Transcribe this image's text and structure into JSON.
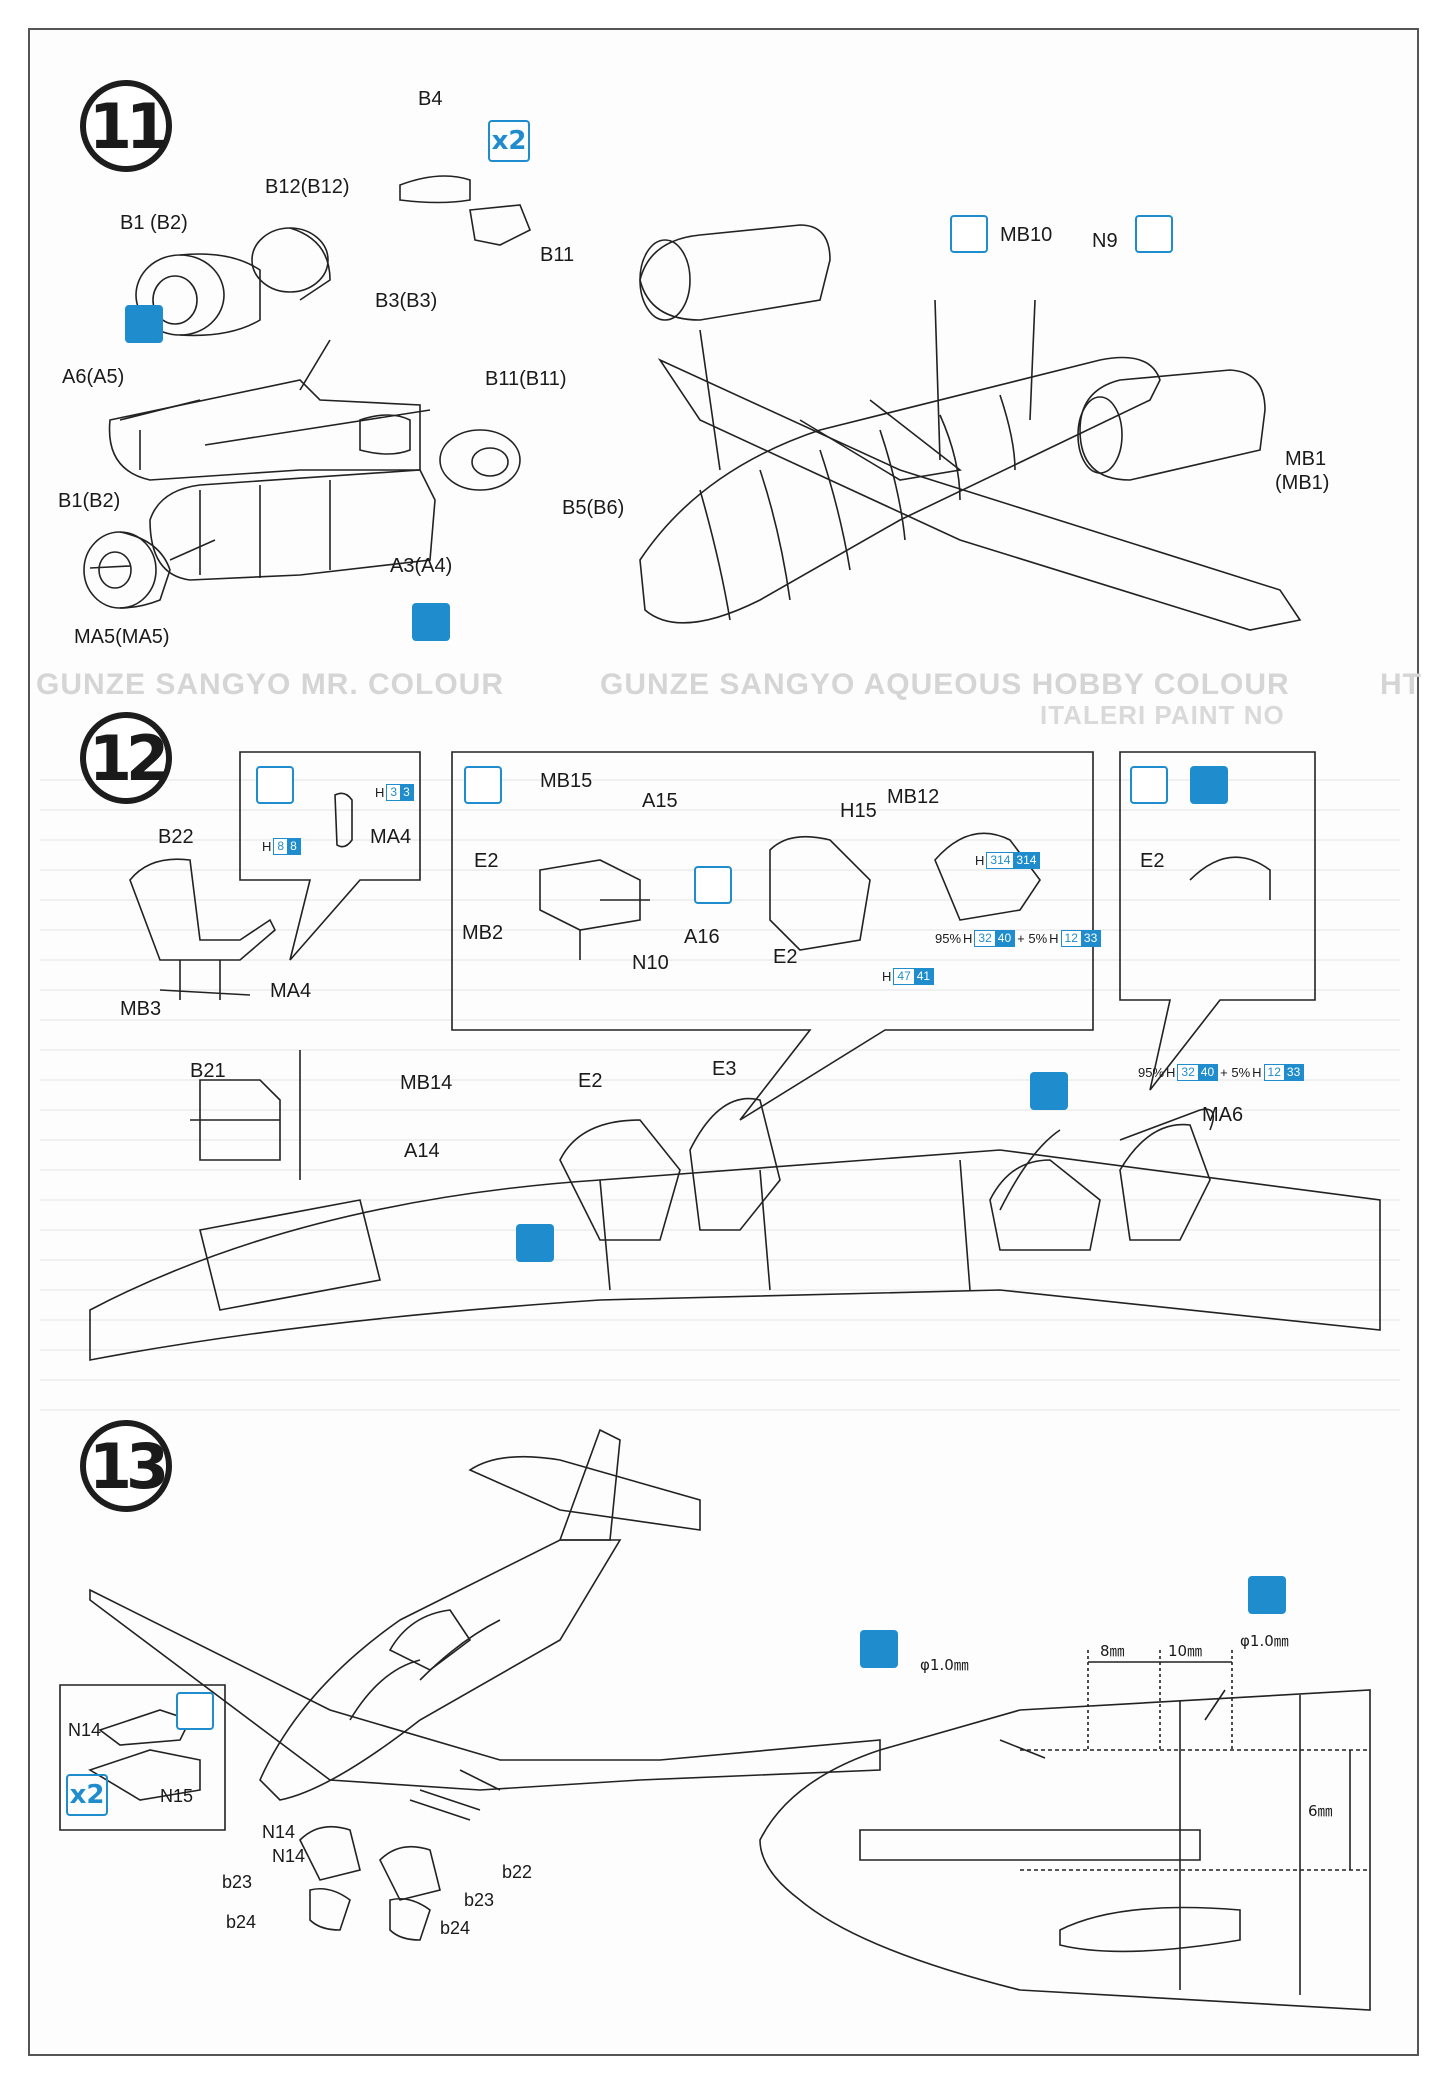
{
  "background_text": {
    "heading_right": "GUNZE SANGYO MR. COLOUR",
    "heading_mid": "GUNZE SANGYO AQUEOUS HOBBY COLOUR",
    "heading_sub": "ITALERI PAINT NO",
    "heading_left": "HT"
  },
  "steps": [
    {
      "number": "11"
    },
    {
      "number": "12"
    },
    {
      "number": "13"
    }
  ],
  "step11": {
    "labels": [
      "B4",
      "B12(B12)",
      "B1 (B2)",
      "B3(B3)",
      "A6(A5)",
      "B11(B11)",
      "B1(B2)",
      "B5(B6)",
      "A3(A4)",
      "MA5(MA5)",
      "B11",
      "MB10",
      "N9",
      "MB1",
      "(MB1)"
    ],
    "multiplier": "x2"
  },
  "step12": {
    "labels": [
      "B22",
      "MA4",
      "MA4",
      "MB3",
      "B21",
      "MB15",
      "A15",
      "E2",
      "MB2",
      "N10",
      "A16",
      "H15",
      "MB12",
      "E2",
      "E2",
      "MB14",
      "A14",
      "E2",
      "E3",
      "MA6"
    ],
    "paint_helmet": {
      "h1": "H",
      "c1": "3",
      "c2": "3",
      "h2": "H",
      "d1": "8",
      "d2": "8"
    },
    "paint_canopy_frame": {
      "h": "H",
      "a": "314",
      "b": "314"
    },
    "paint_mix": {
      "pct1": "95%",
      "code1a": "32",
      "code1b": "40",
      "plus": "+ 5%",
      "code2a": "12",
      "code2b": "33"
    },
    "paint_h47": {
      "a": "47",
      "b": "41"
    },
    "paint_mix2": {
      "pct1": "95%",
      "code1a": "32",
      "code1b": "40",
      "plus": "+ 5%",
      "code2a": "12",
      "code2b": "33"
    }
  },
  "step13": {
    "labels": [
      "N14",
      "N15",
      "N14",
      "N14",
      "b23",
      "b24",
      "b22",
      "b23",
      "b24"
    ],
    "multiplier": "x2",
    "dims": {
      "d1": "8㎜",
      "d2": "10㎜",
      "drill1": "φ1.0㎜",
      "drill2": "φ1.0㎜",
      "d3": "6㎜"
    }
  },
  "colors": {
    "accent_blue": "#1e8ccd",
    "line": "#222222",
    "ghost": "#d5d5d5"
  }
}
